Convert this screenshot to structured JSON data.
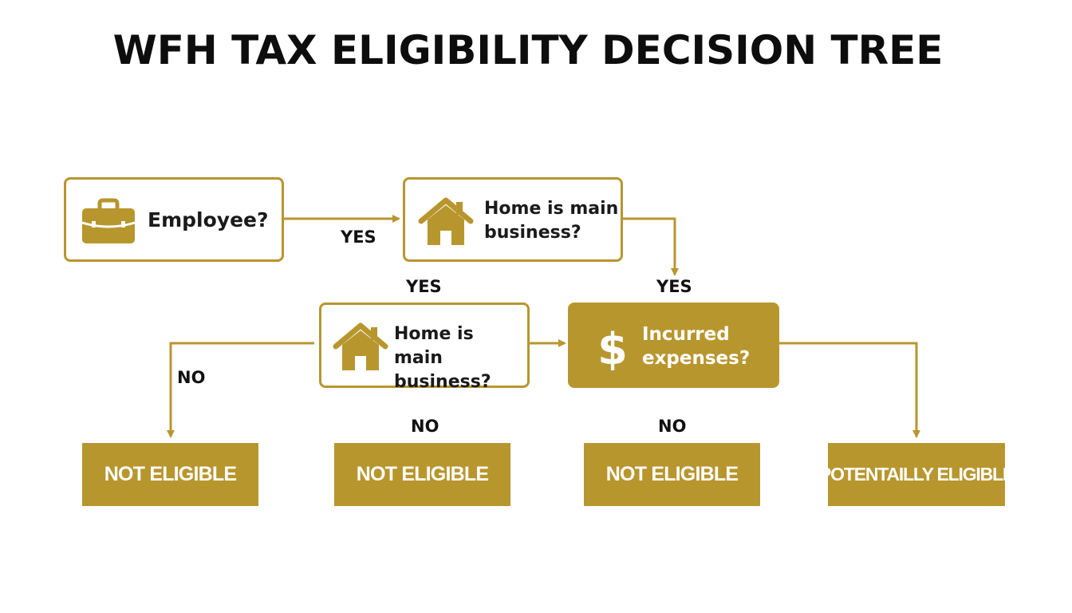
{
  "title": "WFH TAX ELIGIBILITY DECISION TREE",
  "colors": {
    "accent": "#b8962e",
    "text": "#111111",
    "background": "#ffffff"
  },
  "nodes": {
    "employee": {
      "label": "Employee?",
      "icon": "briefcase-icon"
    },
    "home_main_top": {
      "label": "Home is main\nbusiness?",
      "icon": "house-icon"
    },
    "home_main_mid": {
      "label": "Home is main\nbusiness?",
      "icon": "house-icon"
    },
    "incurred": {
      "label": "Incurred\nexpenses?",
      "icon": "dollar-icon"
    }
  },
  "edges": {
    "employee_to_home": "YES",
    "home_top_to_incurred": "YES",
    "above_mid": "YES",
    "to_not_eligible_1": "NO",
    "to_not_eligible_2": "NO",
    "to_not_eligible_3": "NO"
  },
  "results": {
    "r1": "NOT ELIGIBLE",
    "r2": "NOT ELIGIBLE",
    "r3": "NOT ELIGIBLE",
    "r4": "POTENTAILLY ELIGIBLE"
  }
}
